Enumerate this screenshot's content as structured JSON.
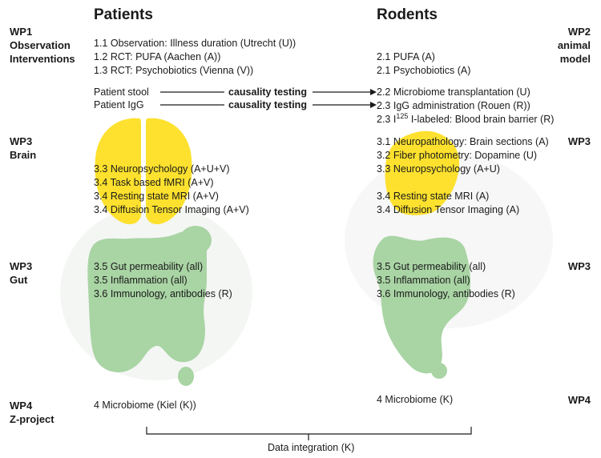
{
  "headers": {
    "patients": "Patients",
    "rodents": "Rodents"
  },
  "wp_labels": {
    "wp1": [
      "WP1",
      "Observation",
      "Interventions"
    ],
    "wp2": [
      "WP2",
      "animal",
      "model"
    ],
    "wp3_brain_left": [
      "WP3",
      "Brain"
    ],
    "wp3_brain_right": [
      "WP3"
    ],
    "wp3_gut_left": [
      "WP3",
      "Gut"
    ],
    "wp3_gut_right": [
      "WP3"
    ],
    "wp4_left": [
      "WP4",
      "Z-project"
    ],
    "wp4_right": [
      "WP4"
    ]
  },
  "patients": {
    "wp1": [
      "1.1 Observation: Illness duration (Utrecht (U))",
      "1.2 RCT: PUFA (Aachen (A))",
      "1.3 RCT: Psychobiotics (Vienna (V))"
    ],
    "stool": "Patient stool",
    "igg": "Patient IgG",
    "brain": [
      "3.3 Neuropsychology (A+U+V)",
      "3.4 Task based fMRI (A+V)",
      "3.4 Resting state MRI (A+V)",
      "3.4 Diffusion Tensor Imaging (A+V)"
    ],
    "gut": [
      "3.5 Gut permeability (all)",
      "3.5 Inflammation (all)",
      "3.6 Immunology, antibodies (R)"
    ],
    "microbiome": "4 Microbiome (Kiel (K))"
  },
  "causality": {
    "label": "causality testing"
  },
  "rodents": {
    "wp2": [
      "2.1 PUFA (A)",
      "2.1 Psychobiotics (A)"
    ],
    "transfer": [
      "2.2 Microbiome transplantation (U)",
      "2.3 IgG administration (Rouen (R))"
    ],
    "bbb": {
      "prefix": "2.3 I",
      "sup": "125",
      "suffix": " I-labeled: Blood brain barrier (R)"
    },
    "brain_top": [
      "3.1 Neuropathology: Brain sections (A)",
      "3.2 Fiber photometry: Dopamine (U)",
      "3.3 Neuropsychology (A+U)"
    ],
    "brain_bottom": [
      "3.4 Resting state MRI (A)",
      "3.4 Diffusion Tensor Imaging (A)"
    ],
    "gut": [
      "3.5 Gut permeability (all)",
      "3.5 Inflammation (all)",
      "3.6 Immunology, antibodies (R)"
    ],
    "microbiome": "4 Microbiome (K)"
  },
  "integration": "Data integration (K)",
  "colors": {
    "brain": "#fde12e",
    "gut": "#a9d4a4",
    "faint": "#f4f6f4",
    "line": "#1a1a1a"
  }
}
